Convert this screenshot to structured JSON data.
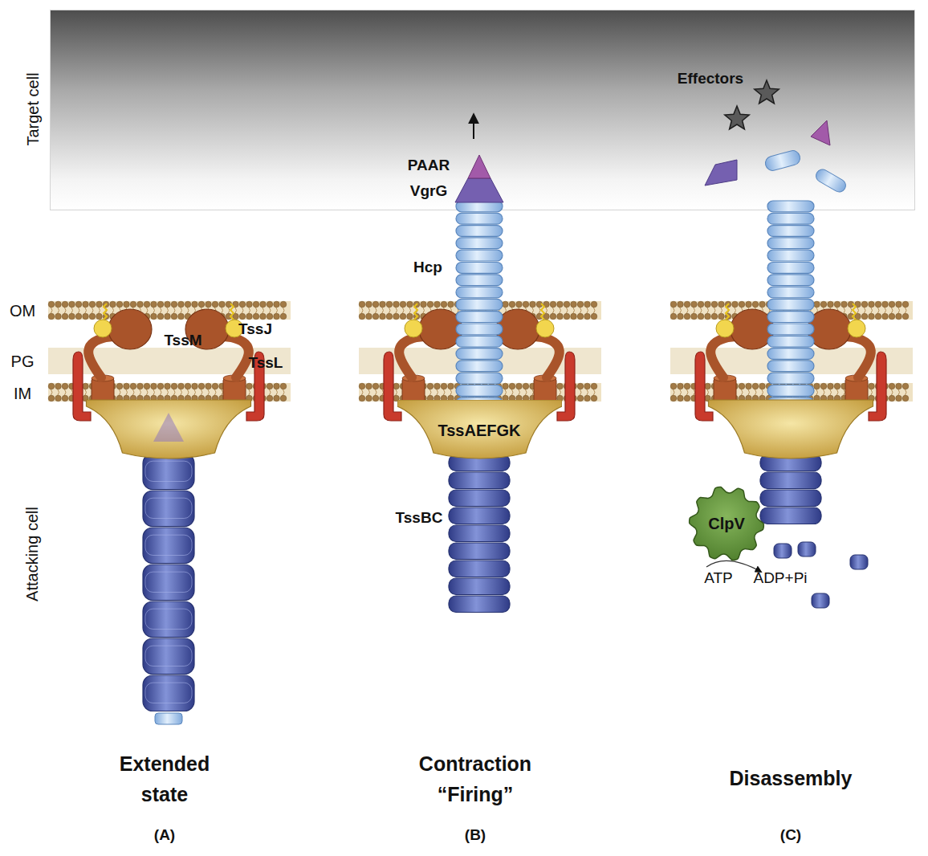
{
  "diagram": {
    "nodes": [
      {
        "text": [
          "Target cell"
        ]
      },
      {
        "text": [
          "TssAEFGK"
        ]
      },
      {
        "text": [
          "ClpV"
        ]
      }
    ],
    "labels": [
      "Attacking cell",
      "OM",
      "PG",
      "IM",
      "TssM",
      "TssJ",
      "TssL",
      "PAAR",
      "VgrG",
      "Hcp",
      "TssBC",
      "Effectors",
      "ATP",
      "ADP+Pi",
      "Extended state",
      "Contraction “Firing”",
      "Disassembly",
      "(A)",
      "(B)",
      "(C)"
    ]
  }
}
